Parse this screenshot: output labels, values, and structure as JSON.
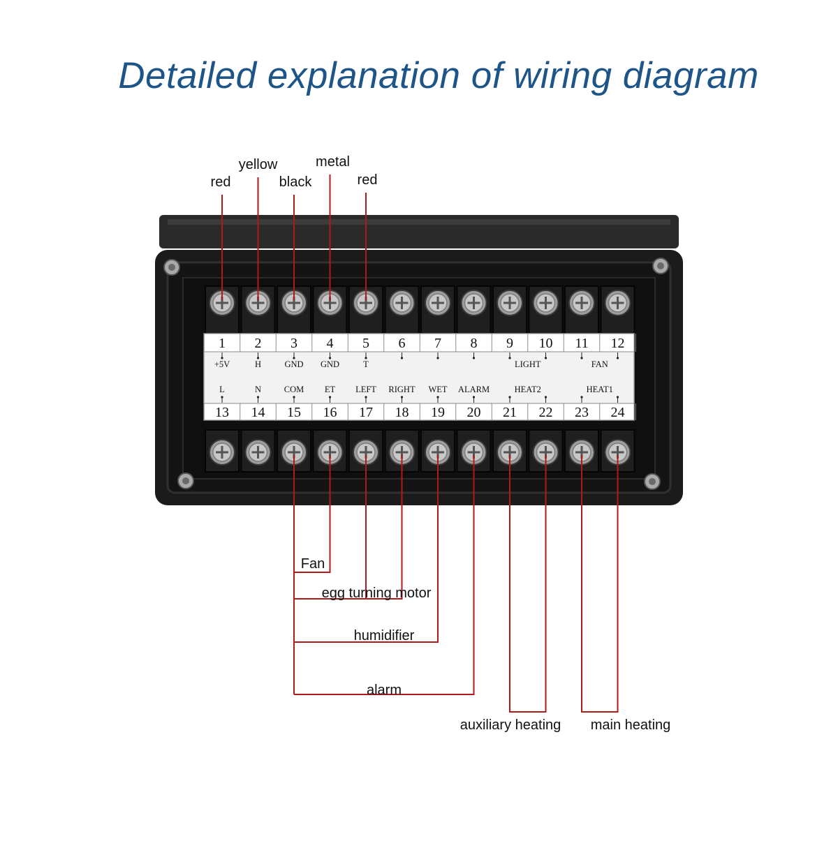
{
  "title": "Detailed explanation of wiring diagram",
  "colors": {
    "title": "#1e5588",
    "wire": "#b01a1a",
    "body": "#1b1b1b",
    "plate": "#f2f2f2",
    "screw": "#c8c8c8"
  },
  "top_wires": [
    {
      "terminal": "1",
      "label": "red"
    },
    {
      "terminal": "2",
      "label": "yellow"
    },
    {
      "terminal": "3",
      "label": "black"
    },
    {
      "terminal": "4",
      "label": "metal"
    },
    {
      "terminal": "5",
      "label": "red"
    }
  ],
  "top_terminals": [
    {
      "num": "1",
      "func": "+5V"
    },
    {
      "num": "2",
      "func": "H"
    },
    {
      "num": "3",
      "func": "GND"
    },
    {
      "num": "4",
      "func": "GND"
    },
    {
      "num": "5",
      "func": "T"
    },
    {
      "num": "6",
      "func": ""
    },
    {
      "num": "7",
      "func": ""
    },
    {
      "num": "8",
      "func": ""
    },
    {
      "num": "9",
      "func": ""
    },
    {
      "num": "10",
      "func": ""
    },
    {
      "num": "11",
      "func": ""
    },
    {
      "num": "12",
      "func": ""
    }
  ],
  "top_group_labels": [
    {
      "from": "9",
      "to": "10",
      "label": "LIGHT"
    },
    {
      "from": "11",
      "to": "12",
      "label": "FAN"
    }
  ],
  "bottom_terminals": [
    {
      "num": "13",
      "func": "L"
    },
    {
      "num": "14",
      "func": "N"
    },
    {
      "num": "15",
      "func": "COM"
    },
    {
      "num": "16",
      "func": "ET"
    },
    {
      "num": "17",
      "func": "LEFT"
    },
    {
      "num": "18",
      "func": "RIGHT"
    },
    {
      "num": "19",
      "func": "WET"
    },
    {
      "num": "20",
      "func": "ALARM"
    },
    {
      "num": "21",
      "func": ""
    },
    {
      "num": "22",
      "func": ""
    },
    {
      "num": "23",
      "func": ""
    },
    {
      "num": "24",
      "func": ""
    }
  ],
  "bottom_group_labels": [
    {
      "from": "21",
      "to": "22",
      "label": "HEAT2"
    },
    {
      "from": "23",
      "to": "24",
      "label": "HEAT1"
    }
  ],
  "bottom_wires": [
    {
      "terminal": "16",
      "label": "Fan"
    },
    {
      "terminal": "17-18",
      "label": "egg turning motor"
    },
    {
      "terminal": "19",
      "label": "humidifier"
    },
    {
      "terminal": "20",
      "label": "alarm"
    },
    {
      "terminal": "21-22",
      "label": "auxiliary heating"
    },
    {
      "terminal": "23-24",
      "label": "main heating"
    }
  ]
}
